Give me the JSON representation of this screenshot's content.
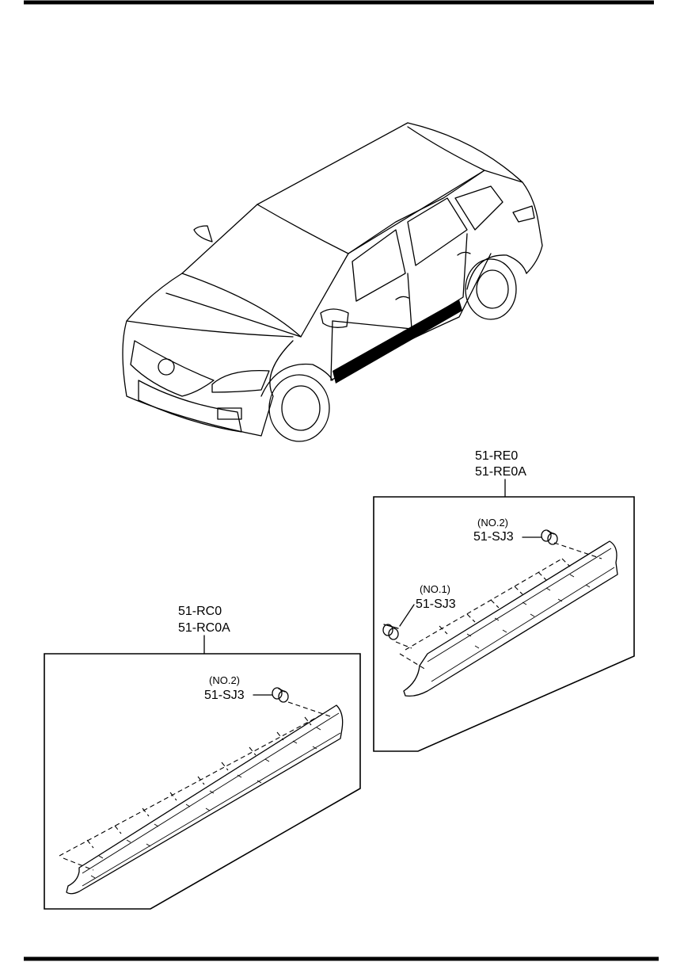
{
  "labels": {
    "front_part": "51-RE0",
    "front_part_alt": "51-RE0A",
    "front_clip_no2_tag": "(NO.2)",
    "front_clip_no2_part": "51-SJ3",
    "front_clip_no1_tag": "(NO.1)",
    "front_clip_no1_part": "51-SJ3",
    "rear_part": "51-RC0",
    "rear_part_alt": "51-RC0A",
    "rear_clip_no2_tag": "(NO.2)",
    "rear_clip_no2_part": "51-SJ3"
  }
}
